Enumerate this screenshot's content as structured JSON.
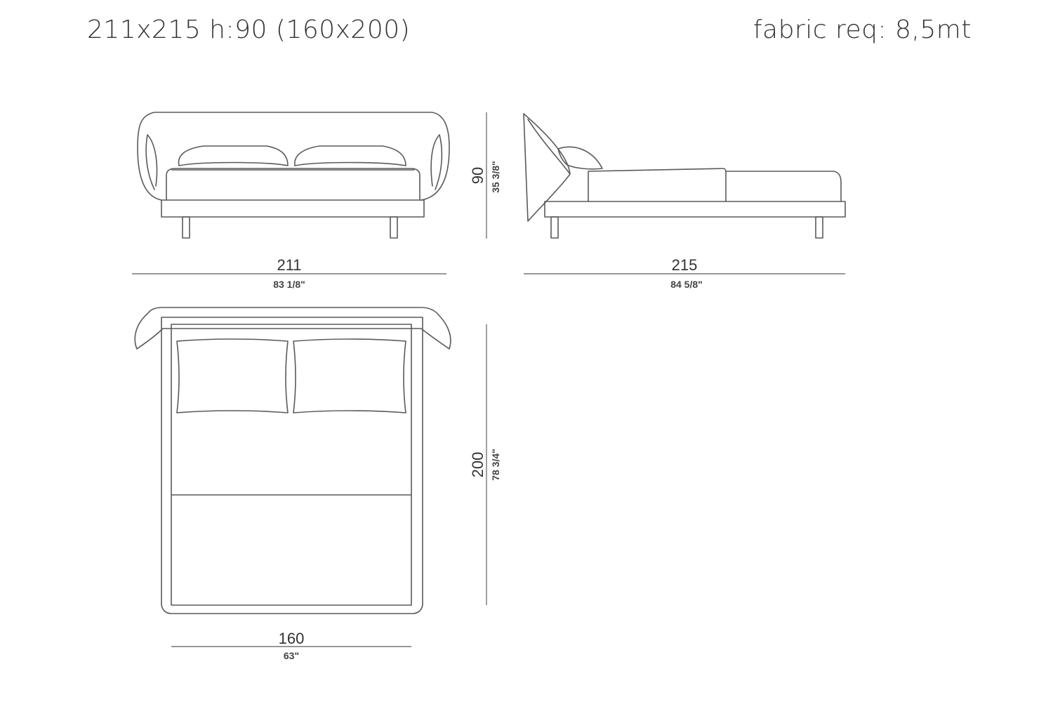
{
  "header": {
    "title": "211x215 h:90 (160x200)",
    "fabric": "fabric req: 8,5mt"
  },
  "dimensions": {
    "front_width": {
      "cm": "211",
      "inch": "83 1/8\""
    },
    "height": {
      "cm": "90",
      "inch": "35 3/8\""
    },
    "side_length": {
      "cm": "215",
      "inch": "84 5/8\""
    },
    "mattress_length": {
      "cm": "200",
      "inch": "78 3/4\""
    },
    "mattress_width": {
      "cm": "160",
      "inch": "63\""
    }
  }
}
